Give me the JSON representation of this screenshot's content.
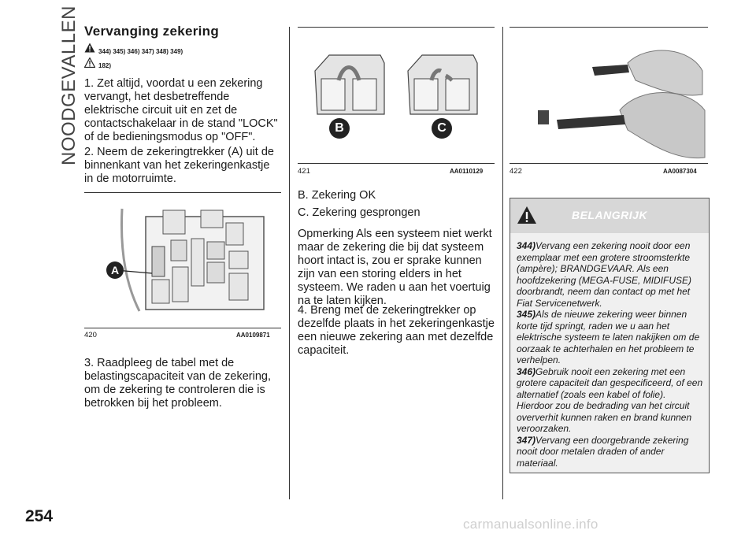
{
  "sidebar": {
    "section": "NOODGEVALLEN"
  },
  "col1": {
    "heading": "Vervanging zekering",
    "ref1": "344) 345) 346) 347) 348) 349)",
    "ref2": "182)",
    "step1": "1. Zet altijd, voordat u een zekering vervangt, het desbetreffende elektrische circuit uit en zet de contactschakelaar in de stand \"LOCK\" of de bedieningsmodus op \"OFF\".",
    "step2": "2. Neem de zekeringtrekker (A) uit de binnenkant van het zekeringenkastje in de motorruimte.",
    "fig_num": "420",
    "fig_code": "AA0109871",
    "fig_label": "A",
    "step3": "3. Raadpleeg de tabel met de belastingscapaciteit van de zekering, om de zekering te controleren die is betrokken bij het probleem."
  },
  "col2": {
    "fig_num": "421",
    "fig_code": "AA0110129",
    "label_b": "B",
    "label_c": "C",
    "b_text": "B. Zekering OK",
    "c_text": "C. Zekering gesprongen",
    "note": "Opmerking  Als een systeem niet werkt maar de zekering die bij dat systeem hoort intact is, zou er sprake kunnen zijn van een storing elders in het systeem. We raden u aan het voertuig na te laten kijken.",
    "step4": "4. Breng met de zekeringtrekker op dezelfde plaats in het zekeringenkastje een nieuwe zekering aan met dezelfde capaciteit."
  },
  "col3": {
    "fig_num": "422",
    "fig_code": "AA0087304",
    "warning_title": "BELANGRIJK",
    "warnings": [
      {
        "num": "344)",
        "text": "Vervang een zekering nooit door een exemplaar met een grotere stroomsterkte (ampère); BRANDGEVAAR. Als een hoofdzekering (MEGA-FUSE, MIDIFUSE) doorbrandt, neem dan contact op met het Fiat Servicenetwerk."
      },
      {
        "num": "345)",
        "text": "Als de nieuwe zekering weer binnen korte tijd springt, raden we u aan het elektrische systeem te laten nakijken om de oorzaak te achterhalen en het probleem te verhelpen."
      },
      {
        "num": "346)",
        "text": "Gebruik nooit een zekering met een grotere capaciteit dan gespecificeerd, of een alternatief (zoals een kabel of folie). Hierdoor zou de bedrading van het circuit oververhit kunnen raken en brand kunnen veroorzaken."
      },
      {
        "num": "347)",
        "text": "Vervang een doorgebrande zekering nooit door metalen draden of ander materiaal."
      }
    ]
  },
  "footer": {
    "page": "254",
    "watermark": "carmanualsonline.info"
  },
  "colors": {
    "text": "#1a1a1a",
    "warning_bg": "#f0f0f0",
    "warning_head": "#d7d7d7"
  }
}
